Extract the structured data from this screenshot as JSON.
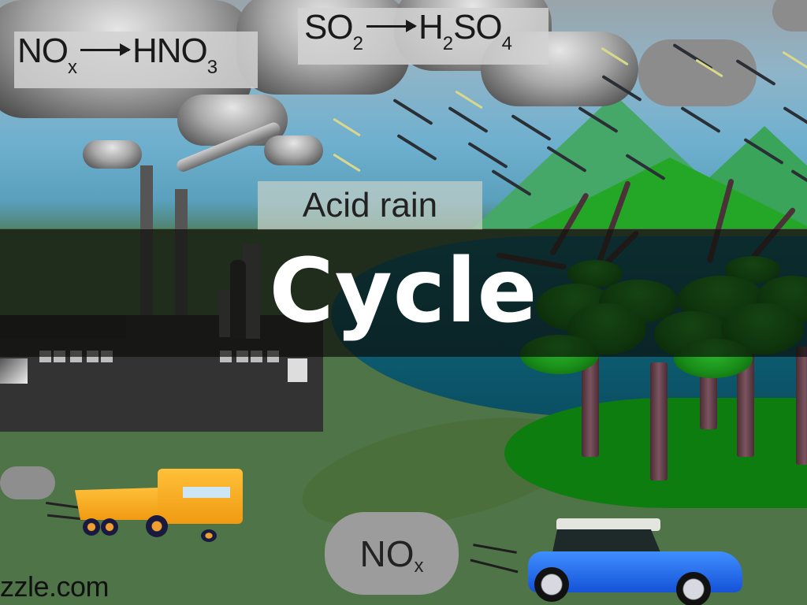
{
  "slide": {
    "title": "Cycle"
  },
  "illustration": {
    "equation_nitrogen": {
      "reactant": "NO",
      "reactant_sub": "x",
      "product": "HNO",
      "product_sub": "3"
    },
    "equation_sulfur": {
      "reactant": "SO",
      "reactant_sub": "2",
      "product_prefix": "H",
      "product_prefix_sub": "2",
      "product": "SO",
      "product_sub": "4"
    },
    "acid_rain_label": "Acid rain",
    "exhaust_label": "NO",
    "exhaust_label_sub": "x",
    "watermark": "zzle.com"
  },
  "colors": {
    "band_overlay": "#0a0c08",
    "title_text": "#ffffff",
    "sky": "#6fb0cf",
    "ground": "#4f7448",
    "factory": "#333333",
    "truck": "#f5a623",
    "car": "#1e5ef0",
    "foliage": "#1a8f1a"
  }
}
